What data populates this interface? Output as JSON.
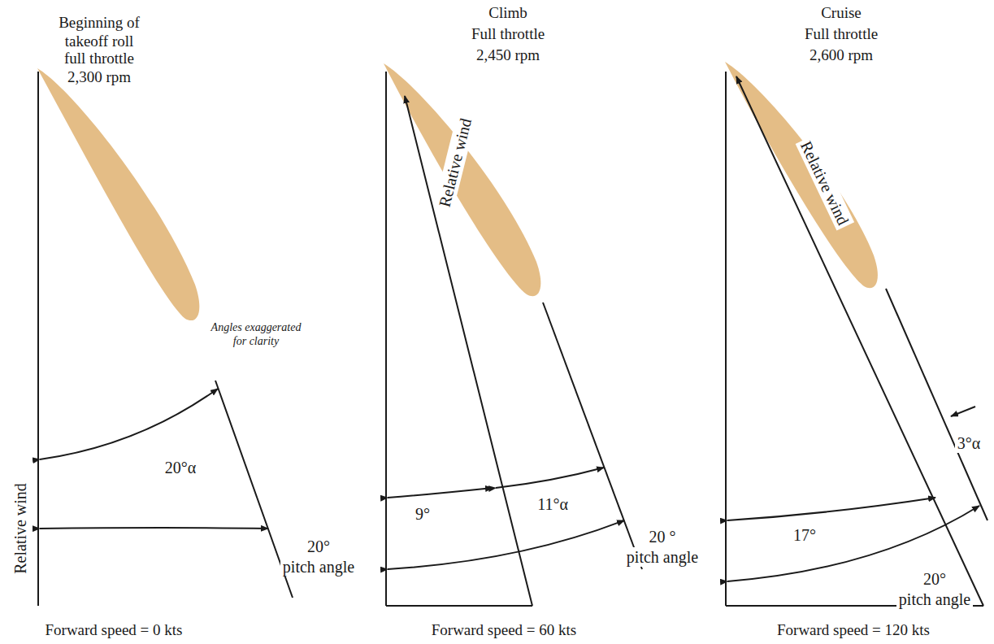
{
  "diagram": {
    "labels": [
      "Beginning of takeoff roll",
      "full throttle",
      "2,300 rpm",
      "Angles exaggerated for clarity",
      "Relative wind",
      "20°α",
      "20°",
      "pitch angle",
      "Forward speed = 0 kts",
      "Climb",
      "Full throttle",
      "2,450 rpm",
      "Relative wind",
      "9°",
      "11°α",
      "20 °",
      "pitch angle",
      "Forward speed = 60 kts",
      "Cruise",
      "Full throttle",
      "2,600 rpm",
      "Relative wind",
      "3°α",
      "17°",
      "20°",
      "pitch angle",
      "Forward speed = 120 kts"
    ]
  }
}
